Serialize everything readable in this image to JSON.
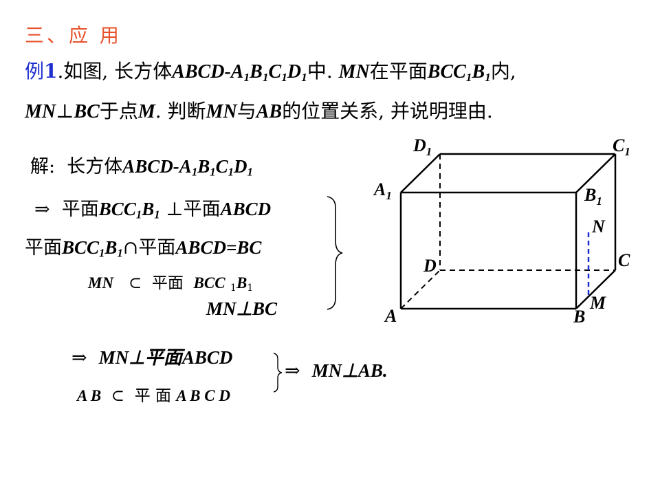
{
  "heading": "三、应 用",
  "problem": {
    "line1": {
      "prefix": "例",
      "num": "1",
      "text1": ".如图, 长方体",
      "solid": "ABCD-A",
      "s1": "1",
      "B": "B",
      "s2": "1",
      "C": "C",
      "s3": "1",
      "D": "D",
      "s4": "1",
      "text2": "中.",
      "mn": "MN",
      "text3": "在平面",
      "plane": "BCC",
      "s5": "1",
      "B2": "B",
      "s6": "1",
      "text4": "内,"
    },
    "line2": {
      "mn": "MN",
      "perp": "⊥",
      "bc": "BC",
      "text1": "于点",
      "m": "M",
      "text2": ". 判断",
      "mn2": "MN",
      "text3": "与",
      "ab": "AB",
      "text4": "的位置关系, 并说明理由."
    }
  },
  "solution": {
    "intro": "解:",
    "intro2": "长方体",
    "solid": "ABCD-A",
    "sub1": "1",
    "B": "B",
    "sub2": "1",
    "C": "C",
    "sub3": "1",
    "D": "D",
    "sub4": "1",
    "implies": "⇒",
    "r1_plane": "平面",
    "r1_bcc": "BCC",
    "r1_s1": "1",
    "r1_b": "B",
    "r1_s2": "1",
    "r1_perp": "⊥",
    "r1_plane2": "平面",
    "r1_abcd": "ABCD",
    "r2_plane": "平面",
    "r2_bcc": "BCC",
    "r2_s1": "1",
    "r2_b": "B",
    "r2_s2": "1",
    "r2_cap": "∩",
    "r2_plane2": "平面",
    "r2_abcd": "ABCD=BC",
    "r3_mn": "MN",
    "r3_sub": "⊂",
    "r3_plane": "平面",
    "r3_bcc": "BCC",
    "r3_s1": "1",
    "r3_b": "B",
    "r3_s2": "1",
    "r4": "MN⊥BC",
    "r5_implies": "⇒",
    "r5_text": "MN⊥平面ABCD",
    "r6_ab": "A B",
    "r6_sub": "⊂",
    "r6_plane": "平 面",
    "r6_abcd": "A B C D",
    "r7_implies": "⇒",
    "r7_text": "MN⊥AB."
  },
  "figure": {
    "labels": {
      "D1": "D",
      "D1s": "1",
      "C1": "C",
      "C1s": "1",
      "A1": "A",
      "A1s": "1",
      "B1": "B",
      "B1s": "1",
      "N": "N",
      "C": "C",
      "D": "D",
      "M": "M",
      "A": "A",
      "B": "B"
    },
    "colors": {
      "edge": "#000000",
      "mn_segment": "#1f2fd0"
    }
  }
}
